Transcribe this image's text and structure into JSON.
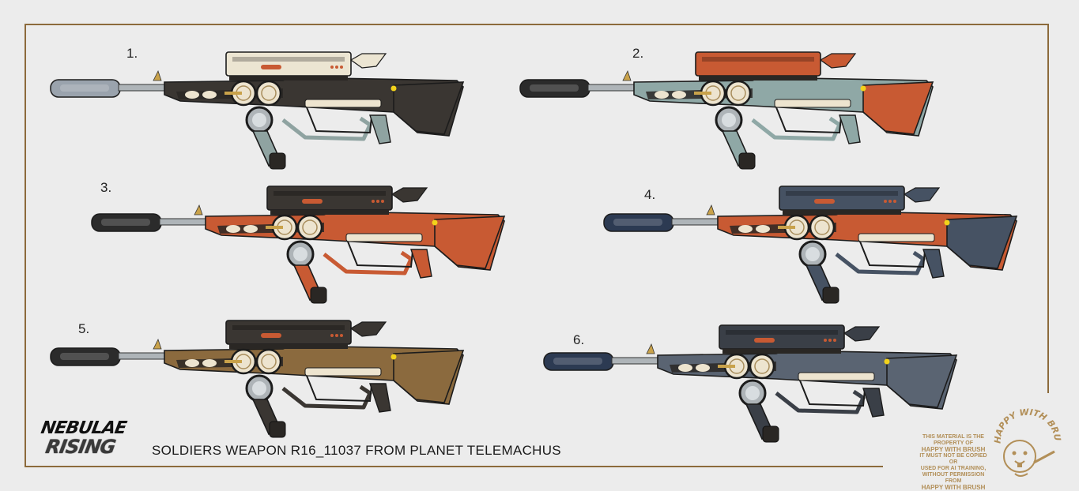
{
  "labels": [
    "1.",
    "2.",
    "3.",
    "4.",
    "5.",
    "6."
  ],
  "logo": {
    "line1": "NEBULAE",
    "line2": "RISING"
  },
  "caption": "SOLDIERS WEAPON R16_11037 FROM PLANET TELEMACHUS",
  "watermark": {
    "line1": "THIS MATERIAL IS THE",
    "line2": "PROPERTY OF",
    "line3": "HAPPY WITH BRUSH",
    "line4": "IT MUST NOT BE COPIED OR",
    "line5": "USED FOR AI TRAINING,",
    "line6": "WITHOUT PERMISSION FROM",
    "line7": "HAPPY WITH BRUSH",
    "badge_text": "HAPPY WITH BRUSH"
  },
  "variants": [
    {
      "index": 1,
      "body": "#3a3632",
      "accent": "#ece5d2",
      "stock": "#3a3632",
      "grip": "#8fa3a1",
      "muzzle": "#9aa3ad"
    },
    {
      "index": 2,
      "body": "#8fa8a6",
      "accent": "#c85a33",
      "stock": "#c85a33",
      "grip": "#8fa8a6",
      "muzzle": "#2b2b2b"
    },
    {
      "index": 3,
      "body": "#c85a33",
      "accent": "#3a3632",
      "stock": "#c85a33",
      "grip": "#c85a33",
      "muzzle": "#2b2b2b"
    },
    {
      "index": 4,
      "body": "#c85a33",
      "accent": "#465263",
      "stock": "#465263",
      "grip": "#465263",
      "muzzle": "#2c3a52"
    },
    {
      "index": 5,
      "body": "#8b6a3e",
      "accent": "#3a3632",
      "stock": "#8b6a3e",
      "grip": "#3a3632",
      "muzzle": "#2b2b2b"
    },
    {
      "index": 6,
      "body": "#5a6472",
      "accent": "#3a3f47",
      "stock": "#5a6472",
      "grip": "#3a3f47",
      "muzzle": "#2c3a52"
    }
  ],
  "colors": {
    "frame": "#8c6a3b",
    "background": "#ececec",
    "watermark": "#b28f58"
  }
}
